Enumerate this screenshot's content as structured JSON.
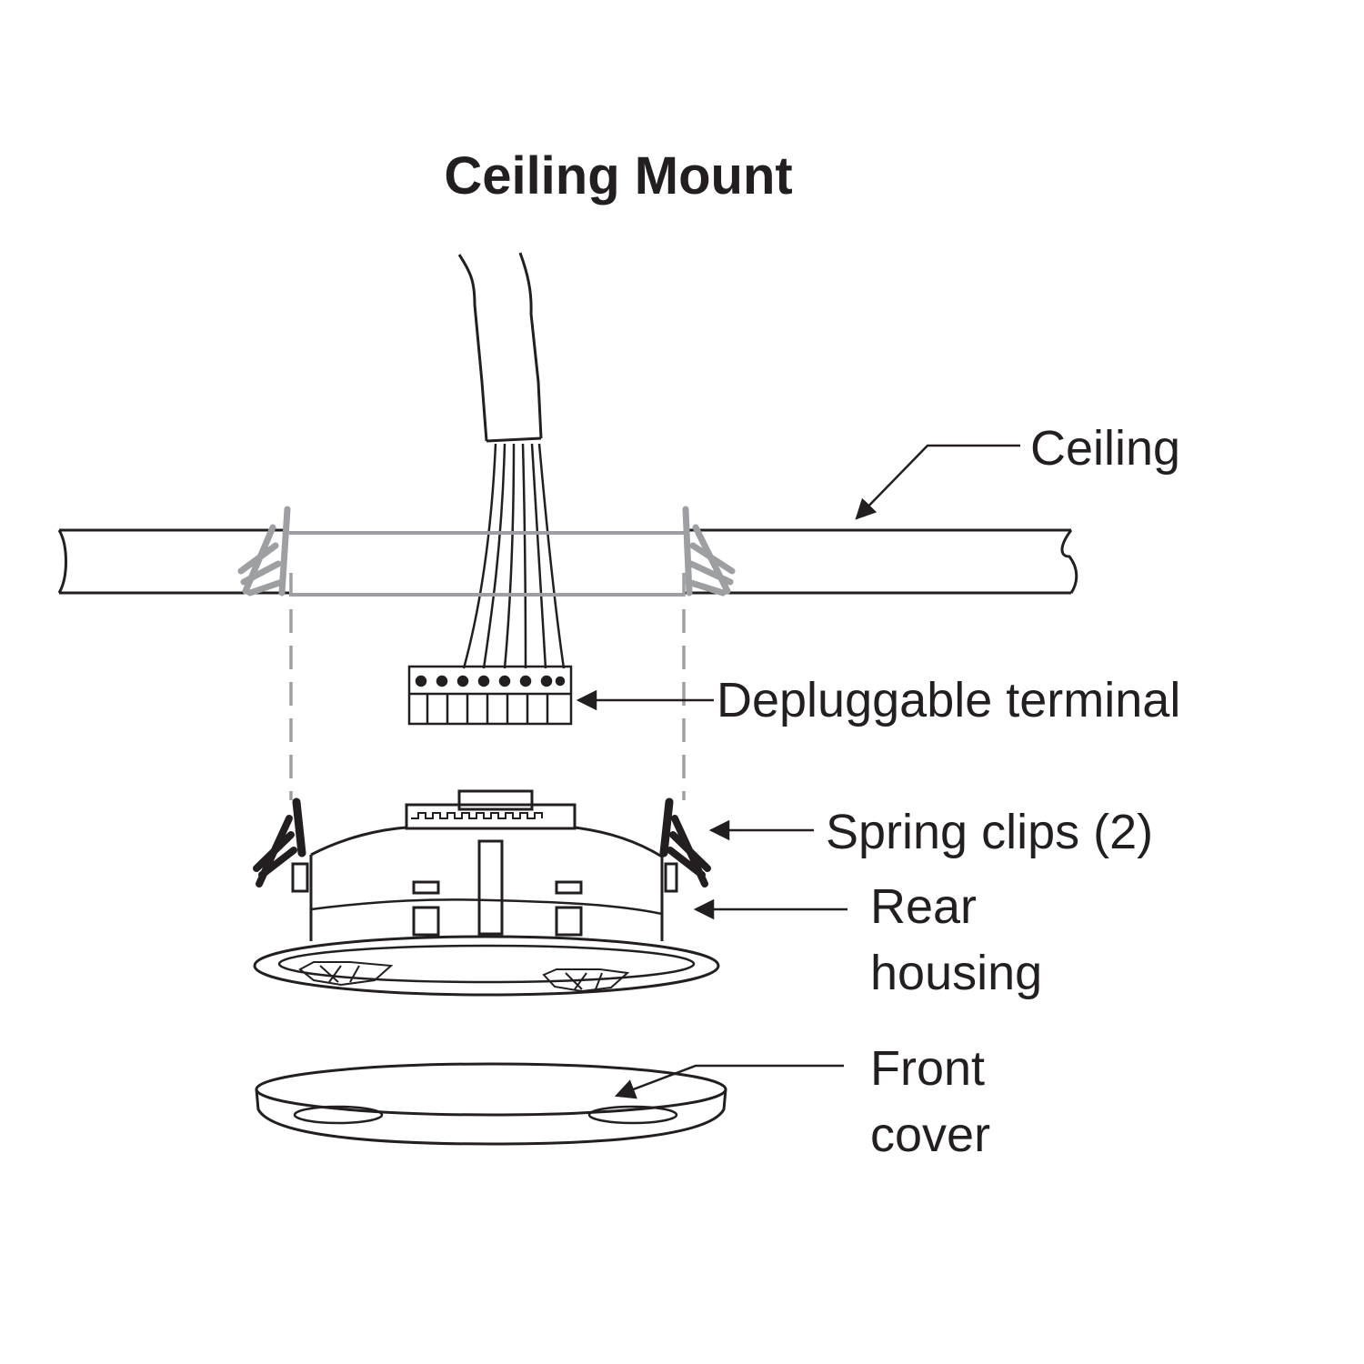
{
  "title": "Ceiling Mount",
  "labels": {
    "ceiling": "Ceiling",
    "terminal": "Depluggable terminal",
    "spring_clips": "Spring clips (2)",
    "rear_housing_line1": "Rear",
    "rear_housing_line2": "housing",
    "front_cover_line1": "Front",
    "front_cover_line2": "cover"
  },
  "colors": {
    "ink": "#231f20",
    "clip_gray": "#9d9fa2",
    "background": "#ffffff"
  }
}
